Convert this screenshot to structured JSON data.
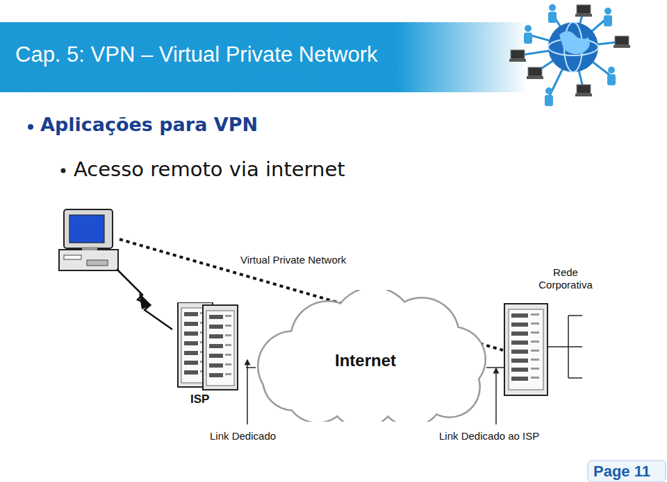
{
  "diagram": {
    "title": "Cap. 5: VPN – Virtual Private Network",
    "nodes": [
      {
        "text": [
          "ISP"
        ]
      },
      {
        "text": [
          "Internet"
        ]
      }
    ],
    "edges": [
      {
        "from": 0,
        "to": 1,
        "arrow": "none"
      }
    ],
    "labels": [
      "Aplicações para VPN",
      "Acesso remoto via internet",
      "Virtual Private Network",
      "Rede Corporativa",
      "Link Dedicado",
      "Link Dedicado ao ISP",
      "Page 11"
    ]
  }
}
